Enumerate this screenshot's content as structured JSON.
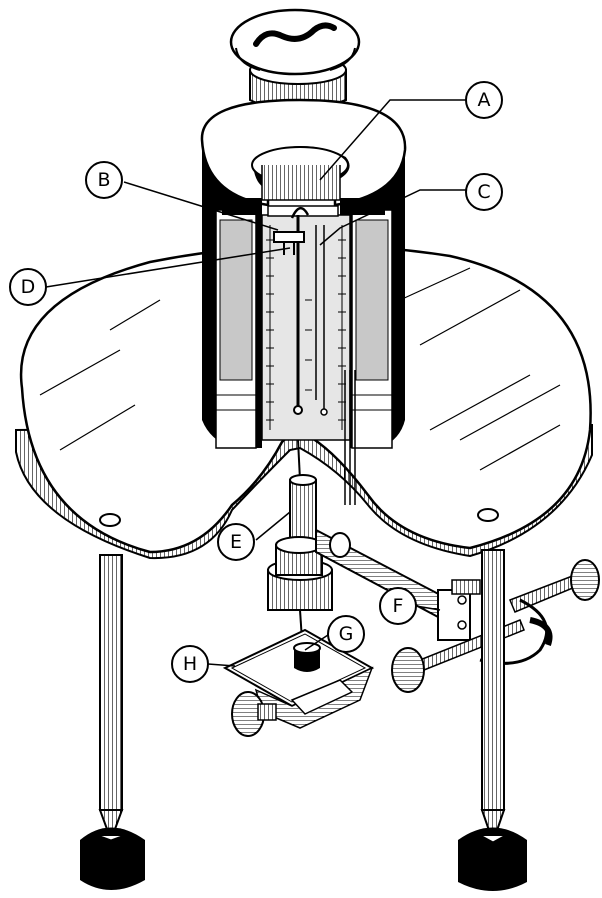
{
  "labels": {
    "A": "A",
    "B": "B",
    "C": "C",
    "D": "D",
    "E": "E",
    "F": "F",
    "G": "G",
    "H": "H"
  },
  "colors": {
    "ink": "#000000",
    "paper": "#ffffff",
    "shade": "#c8c8c8",
    "light_shade": "#e6e6e6"
  }
}
